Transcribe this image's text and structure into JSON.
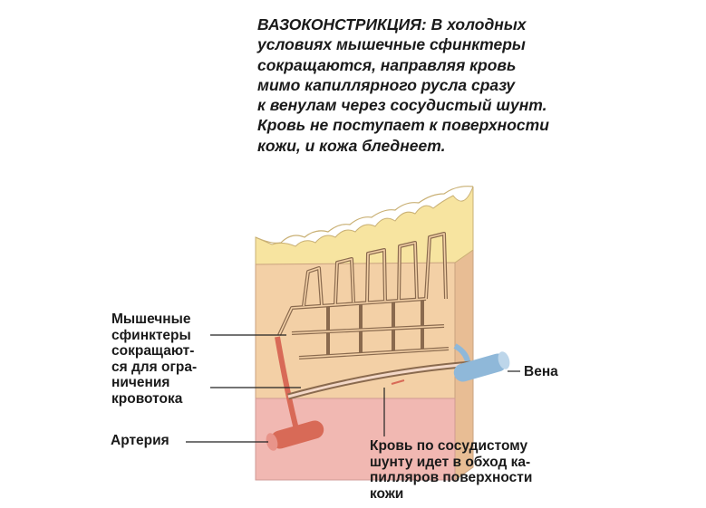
{
  "caption": {
    "text": "ВАЗОКОНСТРИКЦИЯ: В холодных\nусловиях мышечные сфинктеры\nсокращаются, направляя кровь\nмимо капиллярного русла сразу\nк венулам через сосудистый шунт.\nКровь не поступает к поверхности\nкожи, и кожа бледнеет."
  },
  "labels": {
    "sphincters": "Мышечные\nсфинктеры\nсокращают-\nся для огра-\nничения\nкровотока",
    "vein": "Вена",
    "artery": "Артерия",
    "shunt": "Кровь по сосудистому\nшунту идет в обход ка-\nпилляров поверхности\nкожи"
  },
  "colors": {
    "epidermis": "#f7e4a0",
    "dermis": "#f3d0a6",
    "hypodermis": "#f1b8b2",
    "artery": "#d86a57",
    "vein": "#8fb8d9",
    "capillary": "#8a6a4e",
    "leader": "#222222"
  }
}
